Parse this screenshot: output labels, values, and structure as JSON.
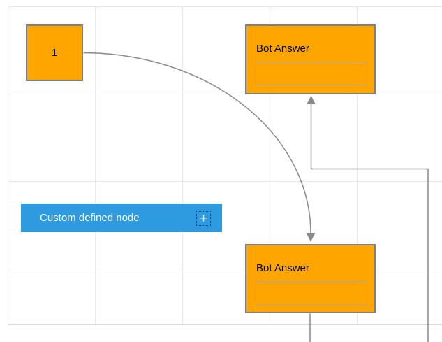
{
  "nodes": {
    "start": {
      "label": "1",
      "fill": "#ffa500",
      "border": "#7f7f7f"
    },
    "bot_answer_top": {
      "title": "Bot Answer",
      "fill": "#ffa500",
      "border": "#7f7f7f",
      "answer_box_value": ""
    },
    "bot_answer_bottom": {
      "title": "Bot Answer",
      "fill": "#ffa500",
      "border": "#7f7f7f",
      "answer_box_value": ""
    },
    "custom_defined": {
      "label": "Custom defined node",
      "fill": "#2e9adf",
      "text_color": "#ffffff",
      "add_icon_glyph": "+"
    }
  },
  "connectors": {
    "color": "#8a8a8a"
  },
  "grid": {
    "line_color": "#e8e8e8",
    "page_edge_color": "#dcdcdc"
  }
}
